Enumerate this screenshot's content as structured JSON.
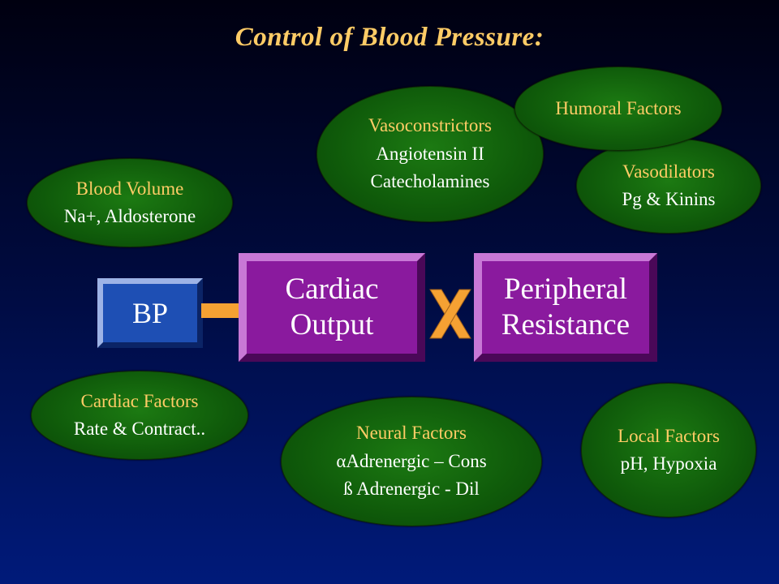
{
  "title": "Control of Blood Pressure:",
  "bp": {
    "label": "BP"
  },
  "cardiac_output": {
    "line1": "Cardiac",
    "line2": "Output"
  },
  "peripheral_resistance": {
    "line1": "Peripheral",
    "line2": "Resistance"
  },
  "multiply_sign": "X",
  "factors": {
    "humoral": {
      "title": "Humoral Factors"
    },
    "vasoconstrictors": {
      "title": "Vasoconstrictors",
      "line1": "Angiotensin II",
      "line2": "Catecholamines"
    },
    "vasodilators": {
      "title": "Vasodilators",
      "line1": "Pg & Kinins"
    },
    "blood_volume": {
      "title": "Blood Volume",
      "line1": "Na+, Aldosterone"
    },
    "cardiac": {
      "title": "Cardiac Factors",
      "line1": "Rate & Contract.."
    },
    "neural": {
      "title": "Neural Factors",
      "line1": "αAdrenergic – Cons",
      "line2": "ß Adrenergic - Dil"
    },
    "local": {
      "title": "Local Factors",
      "line1": "pH, Hypoxia"
    }
  },
  "colors": {
    "title": "#ffcc66",
    "ellipse_fill": "#0f5a0a",
    "bp_box": "#1e4fb4",
    "purple_box": "#8a1a9e",
    "connector": "#f5a133"
  }
}
